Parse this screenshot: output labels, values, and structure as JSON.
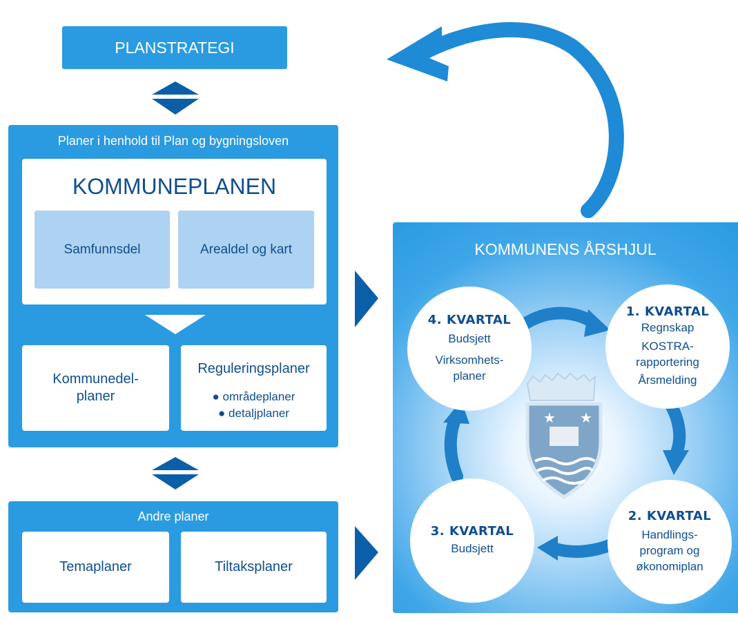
{
  "planstrategi": {
    "label": "PLANSTRATEGI"
  },
  "pbl": {
    "title": "Planer i henhold til Plan og bygningsloven",
    "kommuneplanen": {
      "title": "KOMMUNEPLANEN",
      "parts": [
        "Samfunnsdel",
        "Arealdel og kart"
      ]
    },
    "kommunedelplaner": [
      "Kommunedel-",
      "planer"
    ],
    "reguleringsplaner": {
      "title": "Reguleringsplaner",
      "items": [
        "områdeplaner",
        "detaljplaner"
      ]
    }
  },
  "andre": {
    "title": "Andre planer",
    "items": [
      "Temaplaner",
      "Tiltaksplaner"
    ]
  },
  "arshjul": {
    "title": "KOMMUNENS ÅRSHJUL",
    "quarters": [
      {
        "head": "1. KVARTAL",
        "lines": [
          "Regnskap",
          "KOSTRA-",
          "rapportering",
          "Årsmelding"
        ]
      },
      {
        "head": "2. KVARTAL",
        "lines": [
          "Handlings-",
          "program og",
          "økonomiplan"
        ]
      },
      {
        "head": "3. KVARTAL",
        "lines": [
          "Budsjett"
        ]
      },
      {
        "head": "4. KVARTAL",
        "lines": [
          "Budsjett",
          "",
          "Virksomhets-",
          "planer"
        ]
      }
    ]
  },
  "colors": {
    "panel": "#2a9be0",
    "navy": "#0f4e8f",
    "light_box": "#aed2f2",
    "arrow": "#1f7fc9",
    "dark_arrow": "#0b5fa8"
  }
}
